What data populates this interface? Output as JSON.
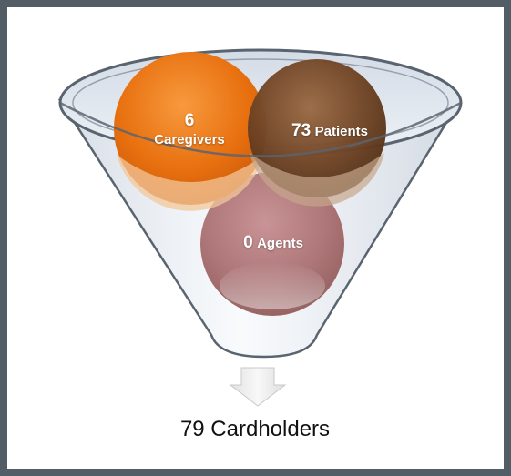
{
  "diagram": {
    "nodes": [
      {
        "id": "caregivers",
        "count": "6",
        "label": "Caregivers",
        "color": "#e8700f"
      },
      {
        "id": "patients",
        "count": "73",
        "label": "Patients",
        "color": "#6e4324"
      },
      {
        "id": "agents",
        "count": "0",
        "label": "Agents",
        "color": "#b07a7c"
      }
    ],
    "output": {
      "label": "79 Cardholders"
    },
    "colors": {
      "frame": "#535d66",
      "funnel_rim": "#5a6470",
      "funnel_fill": "#dde4ee",
      "arrow": "#eeeeee"
    }
  }
}
